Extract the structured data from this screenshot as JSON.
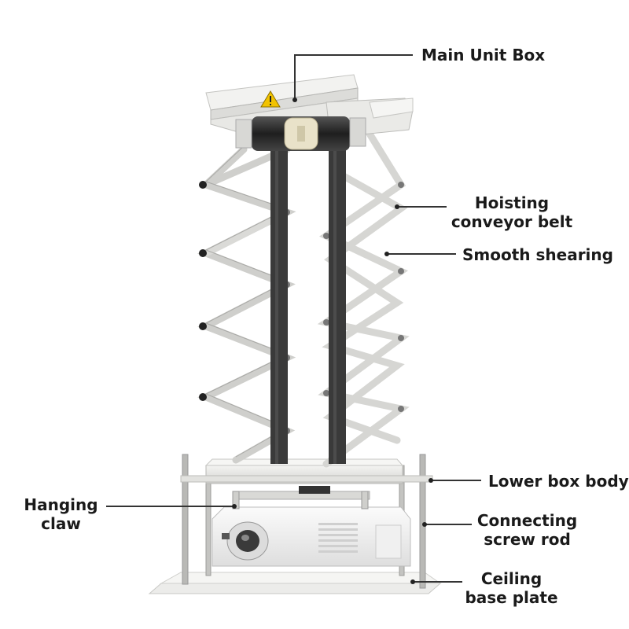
{
  "labels": {
    "main_unit_box": "Main Unit Box",
    "hoisting_belt_line1": "Hoisting",
    "hoisting_belt_line2": "conveyor belt",
    "smooth_shearing": "Smooth shearing",
    "lower_box_body": "Lower box body",
    "hanging_claw_line1": "Hanging",
    "hanging_claw_line2": "claw",
    "connecting_rod_line1": "Connecting",
    "connecting_rod_line2": "screw rod",
    "ceiling_plate_line1": "Ceiling",
    "ceiling_plate_line2": "base plate"
  },
  "colors": {
    "metal": "#e6e6e4",
    "metal_edge": "#b9b9b6",
    "belt": "#3a3a3a",
    "motor": "#2b2b2b",
    "warning": "#f2c300",
    "label_text": "#1a1a1a"
  },
  "icons": [
    "warning-triangle-icon"
  ]
}
